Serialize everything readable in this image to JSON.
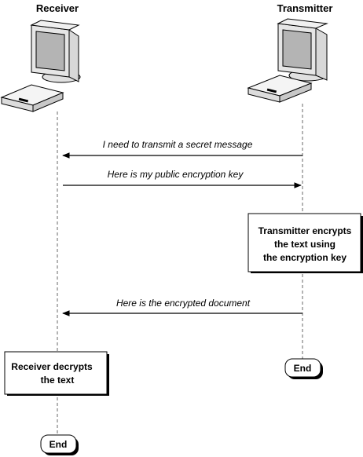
{
  "actors": {
    "receiver": {
      "label": "Receiver",
      "icon": "computer-icon"
    },
    "transmitter": {
      "label": "Transmitter",
      "icon": "computer-icon"
    }
  },
  "messages": [
    {
      "from": "transmitter",
      "to": "receiver",
      "label": "I need to transmit a secret message"
    },
    {
      "from": "receiver",
      "to": "transmitter",
      "label": "Here is my public encryption key"
    },
    {
      "from": "transmitter",
      "to": "receiver",
      "label": "Here is the encrypted document"
    }
  ],
  "notes": {
    "transmitter": [
      "Transmitter encrypts",
      "the text using",
      "the encryption key"
    ],
    "receiver": [
      "Receiver decrypts",
      "the text"
    ]
  },
  "terminals": {
    "transmitter": "End",
    "receiver": "End"
  }
}
